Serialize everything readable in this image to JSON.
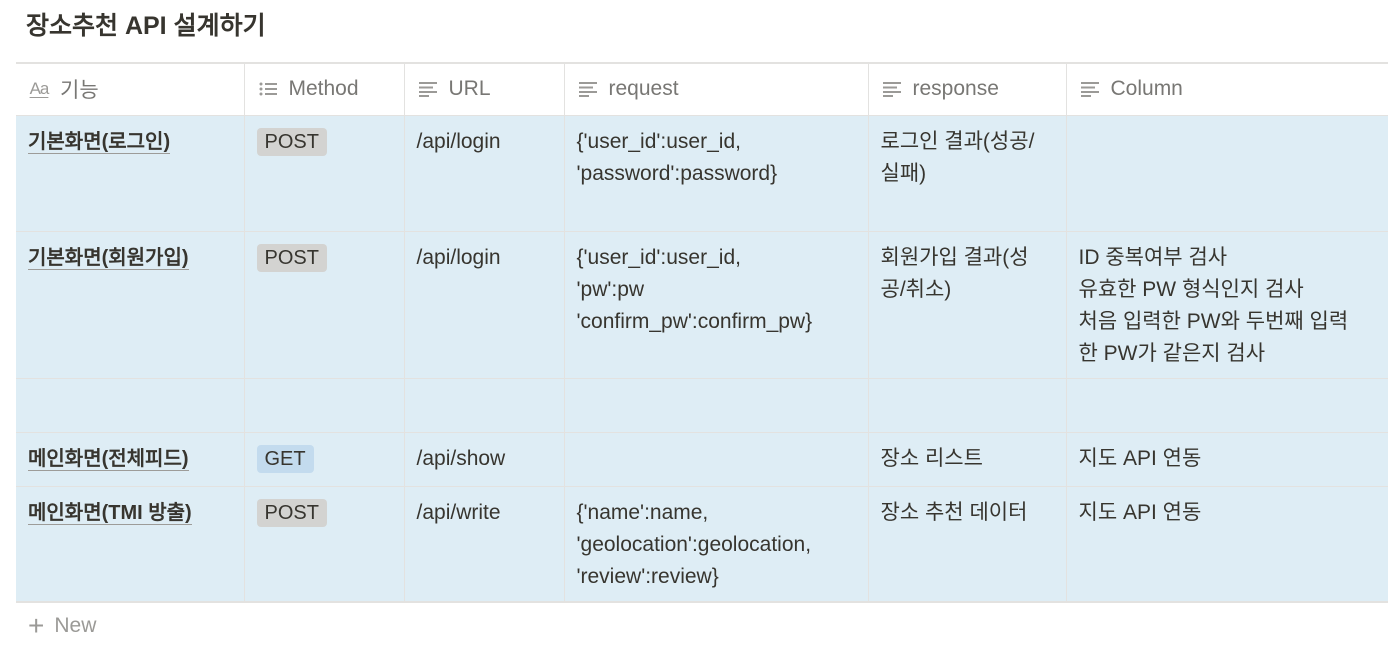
{
  "page": {
    "title": "장소추천 API 설계하기"
  },
  "columns": [
    {
      "label": "기능",
      "icon": "title-aa-icon"
    },
    {
      "label": "Method",
      "icon": "list-icon"
    },
    {
      "label": "URL",
      "icon": "text-lines-icon"
    },
    {
      "label": "request",
      "icon": "text-lines-icon"
    },
    {
      "label": "response",
      "icon": "text-lines-icon"
    },
    {
      "label": "Column",
      "icon": "text-lines-icon"
    }
  ],
  "rows": [
    {
      "name": "기본화면(로그인)",
      "method": "POST",
      "url": "/api/login",
      "request": "{'user_id':user_id,\n'password':password}",
      "response": "로그인 결과(성공/\n실패)",
      "column": ""
    },
    {
      "name": "기본화면(회원가입)",
      "method": "POST",
      "url": "/api/login",
      "request": "{'user_id':user_id,\n'pw':pw\n'confirm_pw':confirm_pw}",
      "response": "회원가입 결과(성\n공/취소)",
      "column": "ID 중복여부 검사\n유효한 PW 형식인지 검사\n처음 입력한 PW와 두번째 입력\n한 PW가 같은지 검사"
    },
    {
      "name": "",
      "method": "",
      "url": "",
      "request": "",
      "response": "",
      "column": ""
    },
    {
      "name": "메인화면(전체피드)",
      "method": "GET",
      "url": "/api/show",
      "request": "",
      "response": "장소 리스트",
      "column": "지도 API 연동"
    },
    {
      "name": "메인화면(TMI 방출)",
      "method": "POST",
      "url": "/api/write",
      "request": "{'name':name,\n'geolocation':geolocation,\n'review':review}",
      "response": "장소 추천 데이터",
      "column": "지도 API 연동"
    }
  ],
  "tag_colors": {
    "POST": "#d3d3d1",
    "GET": "#c3dbee"
  },
  "colors": {
    "row_background": "#deedf5",
    "grid_line": "#e3e2e0",
    "header_text": "#787774",
    "body_text": "#37352f"
  },
  "new_row": {
    "label": "New",
    "icon": "plus-icon"
  }
}
